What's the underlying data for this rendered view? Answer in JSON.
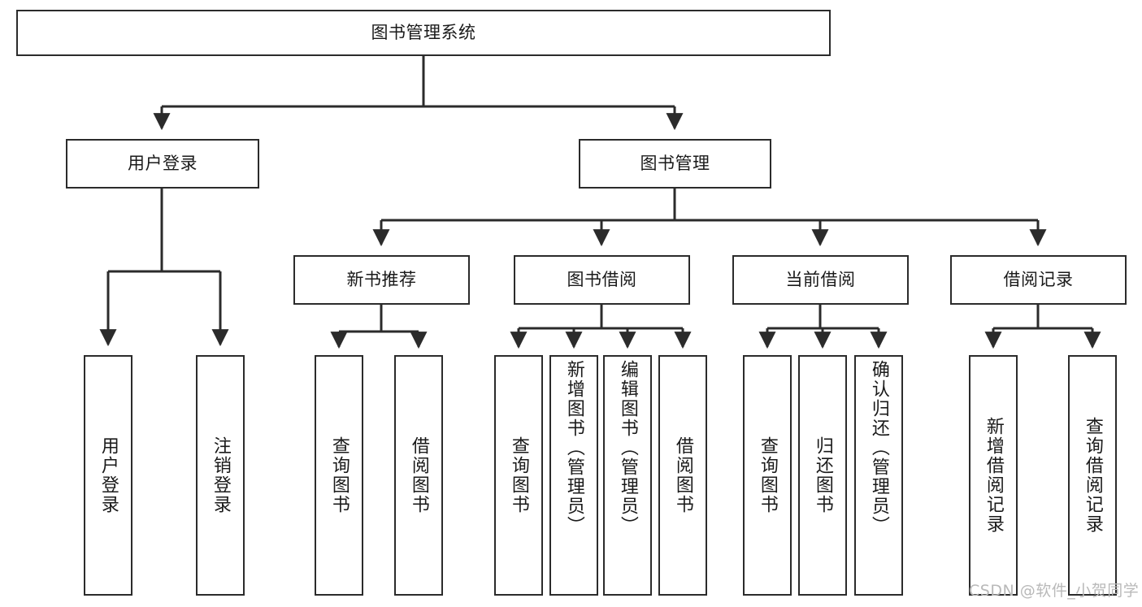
{
  "diagram": {
    "title": "图书管理系统",
    "watermark": "CSDN @软件_小贺同学",
    "line_color": "#2b2b2b",
    "box_border_color": "#2b2b2b",
    "box_fill": "#ffffff",
    "text_color": "#1a1a1a",
    "watermark_color": "#b9b9b9"
  },
  "nodes": {
    "root": {
      "label": "图书管理系统"
    },
    "level2": [
      {
        "id": "user-login",
        "label": "用户登录"
      },
      {
        "id": "book-manage",
        "label": "图书管理"
      }
    ],
    "level3": [
      {
        "id": "new-book-recommend",
        "label": "新书推荐"
      },
      {
        "id": "book-borrow",
        "label": "图书借阅"
      },
      {
        "id": "current-borrow",
        "label": "当前借阅"
      },
      {
        "id": "borrow-record",
        "label": "借阅记录"
      }
    ],
    "leaves": {
      "user_login": [
        {
          "id": "leaf-user-login",
          "label": "用户登录"
        },
        {
          "id": "leaf-logout",
          "label": "注销登录"
        }
      ],
      "new_book_recommend": [
        {
          "id": "leaf-query-book-1",
          "label": "查询图书"
        },
        {
          "id": "leaf-borrow-book-1",
          "label": "借阅图书"
        }
      ],
      "book_borrow": [
        {
          "id": "leaf-query-book-2",
          "label": "查询图书"
        },
        {
          "id": "leaf-add-book",
          "label": "新增图书（管理员）"
        },
        {
          "id": "leaf-edit-book",
          "label": "编辑图书（管理员）"
        },
        {
          "id": "leaf-borrow-book-2",
          "label": "借阅图书"
        }
      ],
      "current_borrow": [
        {
          "id": "leaf-query-book-3",
          "label": "查询图书"
        },
        {
          "id": "leaf-return-book",
          "label": "归还图书"
        },
        {
          "id": "leaf-confirm-return",
          "label": "确认归还（管理员）"
        }
      ],
      "borrow_record": [
        {
          "id": "leaf-add-record",
          "label": "新增借阅记录"
        },
        {
          "id": "leaf-query-record",
          "label": "查询借阅记录"
        }
      ]
    }
  }
}
